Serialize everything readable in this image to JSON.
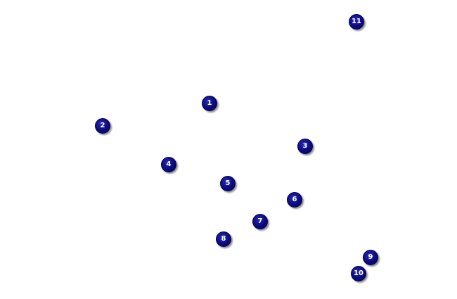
{
  "map": {
    "background_color": "#ffffff",
    "marker_color": "#0a0a7d",
    "markers": [
      {
        "label": "1"
      },
      {
        "label": "2"
      },
      {
        "label": "3"
      },
      {
        "label": "4"
      },
      {
        "label": "5"
      },
      {
        "label": "6"
      },
      {
        "label": "7"
      },
      {
        "label": "8"
      },
      {
        "label": "9"
      },
      {
        "label": "10"
      },
      {
        "label": "11"
      }
    ]
  }
}
